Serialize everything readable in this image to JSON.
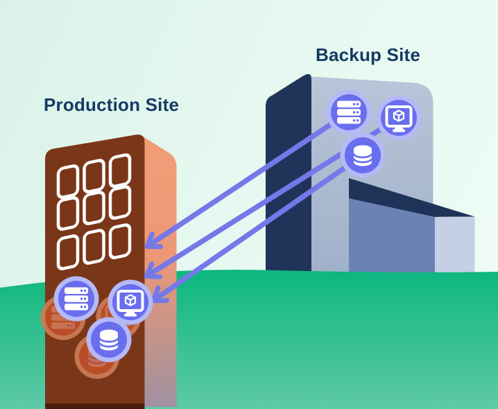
{
  "production": {
    "label": "Production Site",
    "icons": [
      "server-icon",
      "virtual-machine-icon",
      "database-icon"
    ],
    "ghost_icons": [
      "server-icon",
      "virtual-machine-icon",
      "database-icon"
    ]
  },
  "backup": {
    "label": "Backup Site",
    "icons": [
      "server-icon",
      "virtual-machine-icon",
      "database-icon"
    ]
  },
  "arrows": {
    "count": 3,
    "from": "Backup Site",
    "to": "Production Site",
    "color": "#7478e9"
  },
  "palette": {
    "title_text": "#163a64",
    "icon_accent": "#696eee",
    "icon_ring": "#b5b9f7",
    "ghost_icon": "#bf4f28",
    "ghost_ring": "#cd7c55",
    "production_front": "#7a3618",
    "production_side": "#f09c76",
    "backup_dark_face": "#20345a",
    "backup_front_face": "#b3c0d4",
    "annex_front": "#6b82b4",
    "annex_side": "#c5d0e4",
    "hill_top": "#0cb67e",
    "hill_bottom": "#5ecaa8",
    "sky": "#e6f8f0"
  }
}
